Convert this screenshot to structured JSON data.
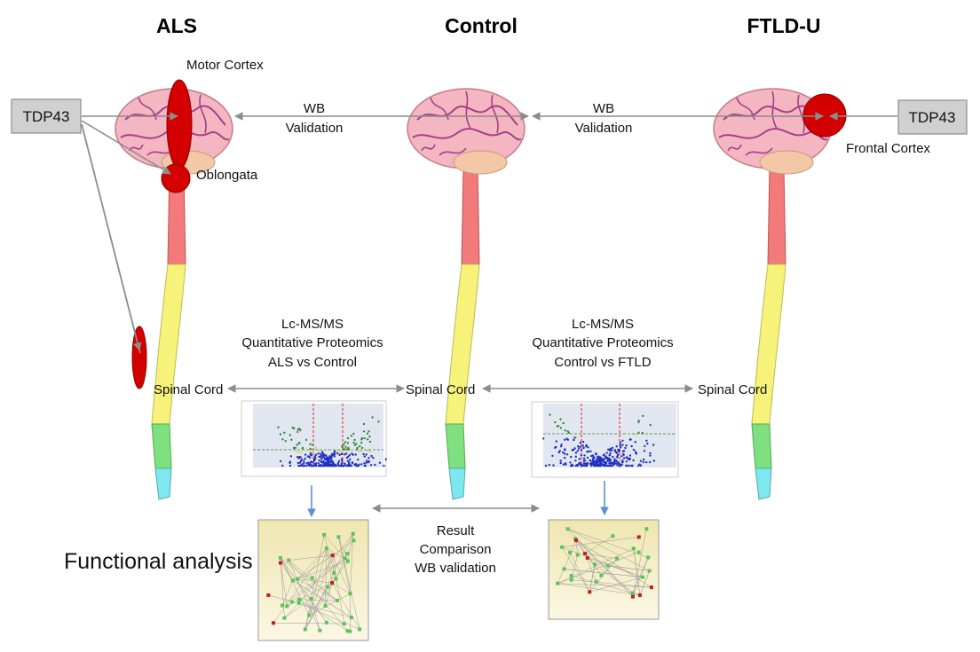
{
  "headers": {
    "als": "ALS",
    "control": "Control",
    "ftld": "FTLD-U"
  },
  "tdp43_left": "TDP43",
  "tdp43_right": "TDP43",
  "motor_cortex": "Motor Cortex",
  "oblongata": "Oblongata",
  "frontal_cortex": "Frontal Cortex",
  "wb_left": [
    "WB",
    "Validation"
  ],
  "wb_right": [
    "WB",
    "Validation"
  ],
  "spinal_cord": [
    "Spinal Cord",
    "Spinal Cord",
    "Spinal Cord"
  ],
  "ms_left": [
    "Lc-MS/MS",
    "Quantitative Proteomics",
    "ALS vs Control"
  ],
  "ms_right": [
    "Lc-MS/MS",
    "Quantitative Proteomics",
    "Control vs FTLD"
  ],
  "result": [
    "Result",
    "Comparison",
    "WB validation"
  ],
  "functional_analysis": "Functional analysis",
  "colors": {
    "brain": "#f4b6c0",
    "lesion": "#d40000",
    "arrow": "#8c8c8c",
    "box": "#d0d0d0",
    "cord_segments": [
      "#f27a7a",
      "#f7f27a",
      "#7ee07e",
      "#7ee8f0"
    ]
  }
}
